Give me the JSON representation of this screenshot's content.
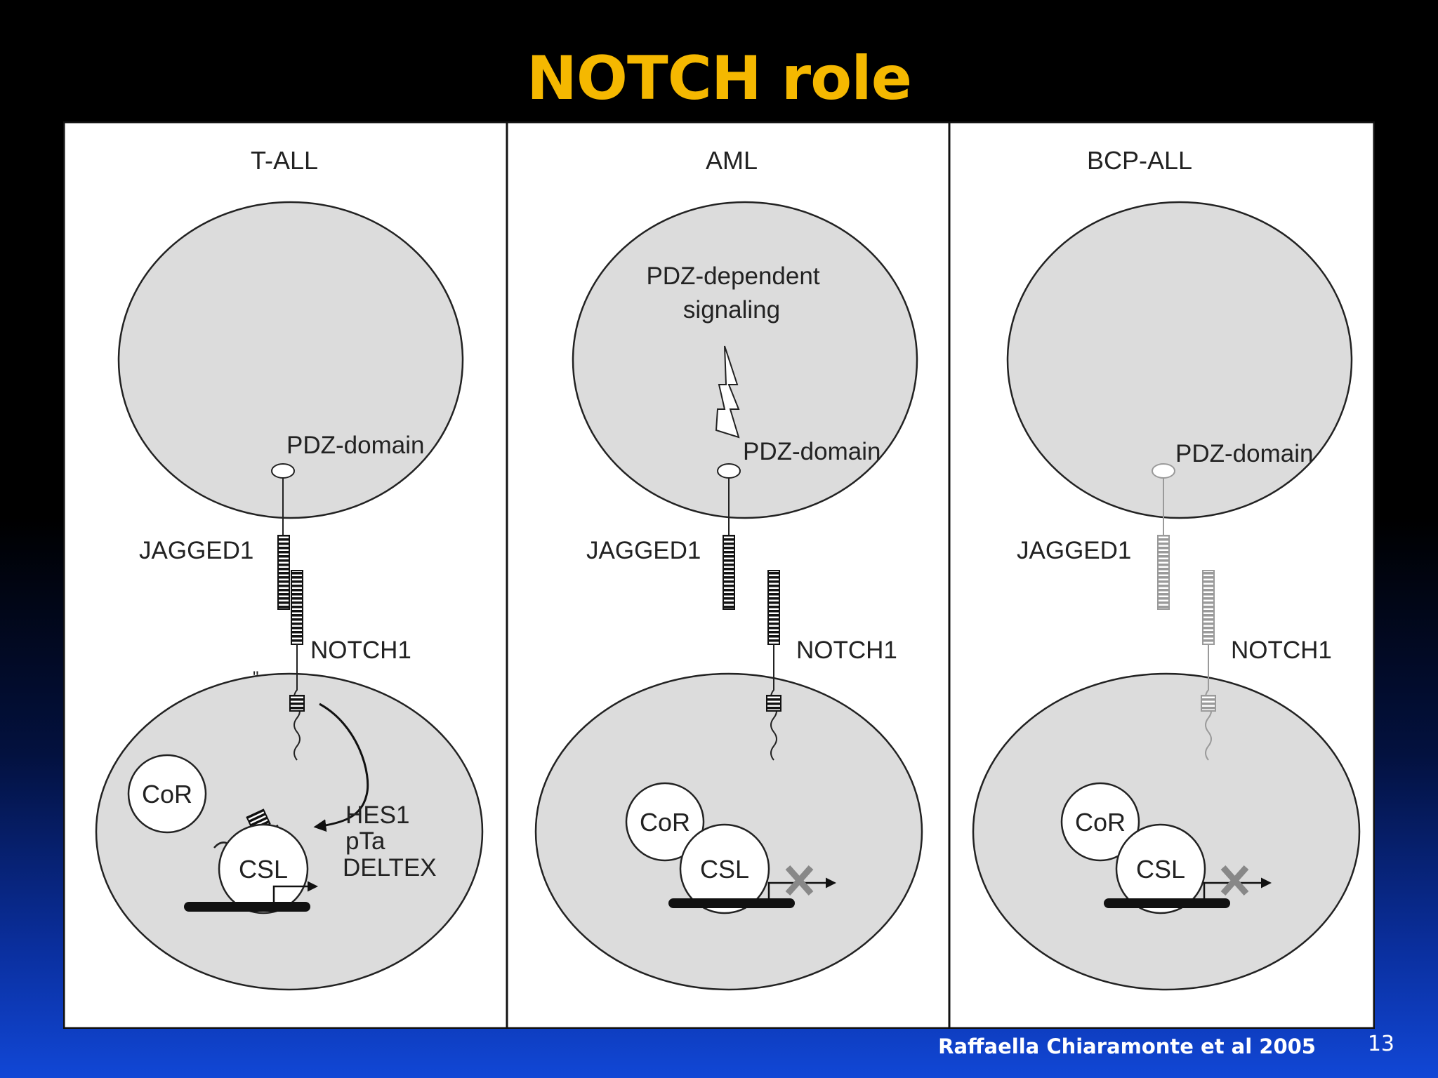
{
  "slide": {
    "title": "NOTCH role",
    "citation": "Raffaella Chiaramonte et al 2005",
    "page_number": "13"
  },
  "panels": [
    {
      "title": "T-ALL",
      "pdz_label": "PDZ-domain",
      "jagged_label": "JAGGED1",
      "notch_label": "NOTCH1",
      "cor_label": "CoR",
      "csl_label": "CSL",
      "targets": [
        "HES1",
        "pTa",
        "DELTEX"
      ]
    },
    {
      "title": "AML",
      "signaling_label_line1": "PDZ-dependent",
      "signaling_label_line2": "signaling",
      "pdz_label": "PDZ-domain",
      "jagged_label": "JAGGED1",
      "notch_label": "NOTCH1",
      "cor_label": "CoR",
      "csl_label": "CSL"
    },
    {
      "title": "BCP-ALL",
      "pdz_label": "PDZ-domain",
      "jagged_label": "JAGGED1",
      "notch_label": "NOTCH1",
      "cor_label": "CoR",
      "csl_label": "CSL"
    }
  ],
  "colors": {
    "title": "#f5b800",
    "figure_background": "#ffffff",
    "cell_fill": "#dcdcdc",
    "active_protein": "#111111",
    "inactive_protein": "#9a9a9a"
  }
}
